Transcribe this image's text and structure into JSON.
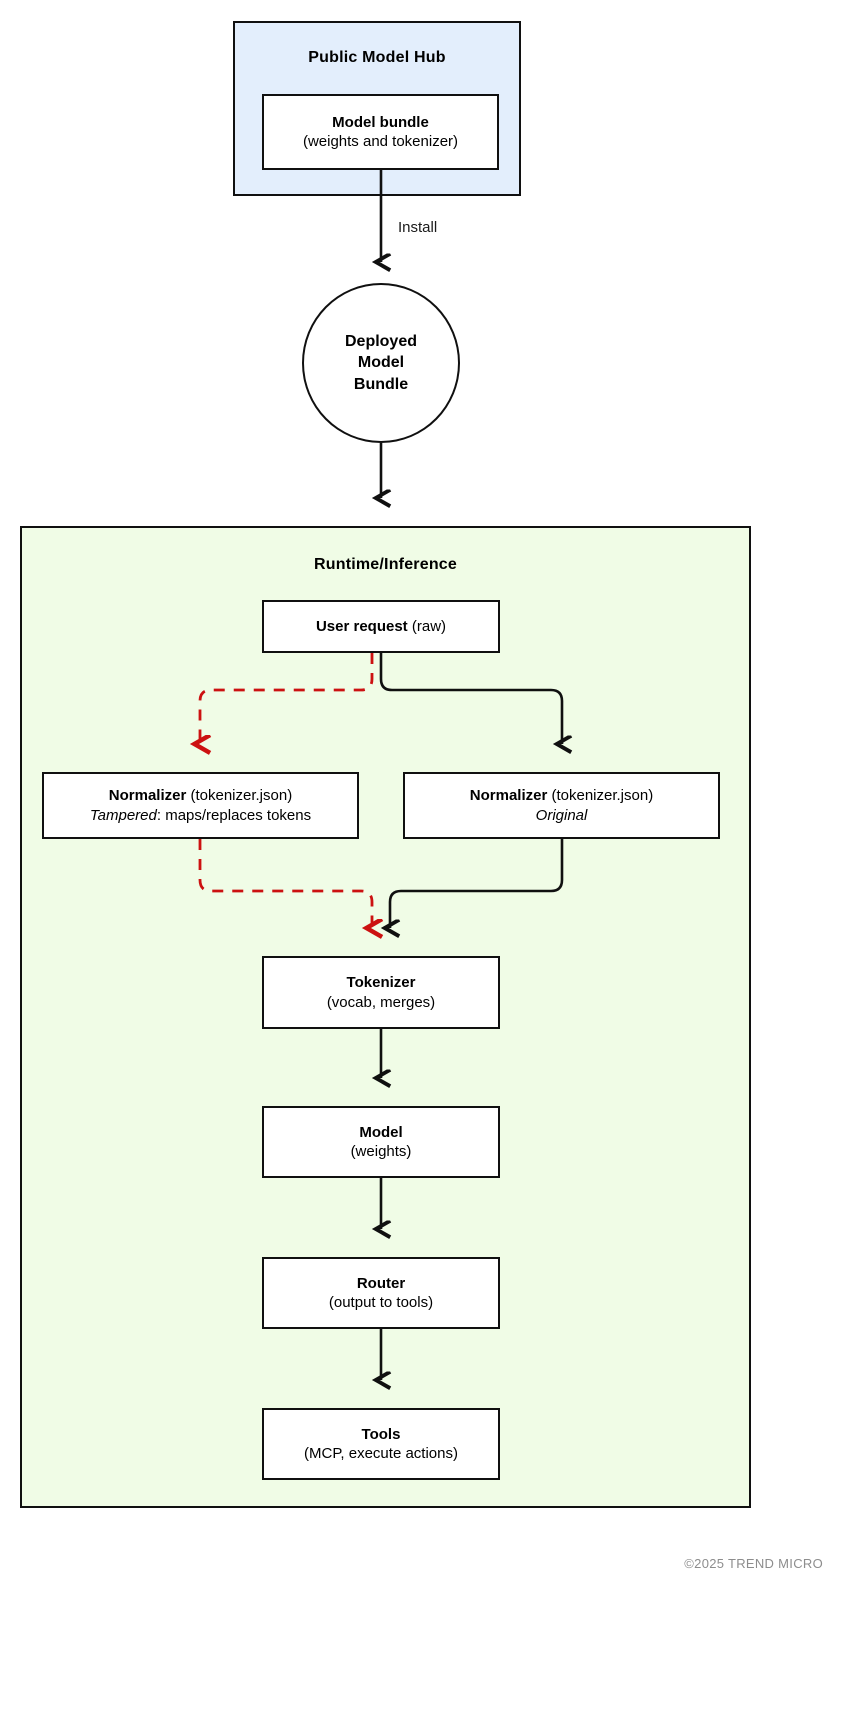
{
  "diagram": {
    "title_hub": "Public Model Hub",
    "title_runtime": "Runtime/Inference",
    "edge_install_label": "Install",
    "footer": "©2025 TREND MICRO",
    "colors": {
      "hub_fill": "#e3eefc",
      "runtime_fill": "#f0fce6",
      "node_fill": "#ffffff",
      "stroke": "#101010",
      "tampered_flow": "#cc1111",
      "footer_text": "#8d8d8d"
    }
  },
  "nodes": {
    "model_bundle": {
      "line1": "Model bundle",
      "line2": "(weights and tokenizer)"
    },
    "deployed": {
      "line1": "Deployed",
      "line2": "Model",
      "line3": "Bundle"
    },
    "user_request": {
      "line1_bold": "User request",
      "line1_rest": " (raw)"
    },
    "normalizer_tampered": {
      "line1_bold": "Normalizer",
      "line1_rest": " (tokenizer.json)",
      "line2_italic": "Tampered",
      "line2_rest": ": maps/replaces tokens"
    },
    "normalizer_original": {
      "line1_bold": "Normalizer",
      "line1_rest": " (tokenizer.json)",
      "line2_italic": "Original"
    },
    "tokenizer": {
      "line1": "Tokenizer",
      "line2": "(vocab, merges)"
    },
    "model": {
      "line1": "Model",
      "line2": "(weights)"
    },
    "router": {
      "line1": "Router",
      "line2": "(output to tools)"
    },
    "tools": {
      "line1": "Tools",
      "line2": "(MCP, execute actions)"
    }
  }
}
